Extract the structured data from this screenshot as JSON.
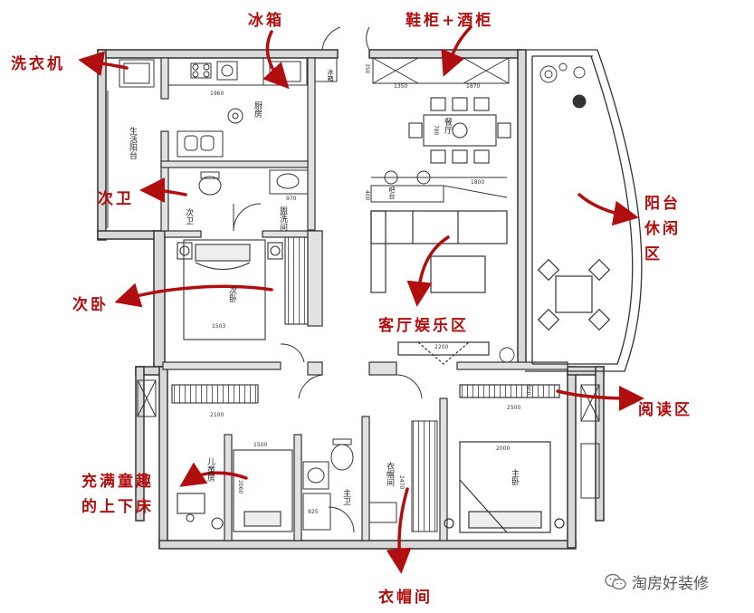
{
  "callouts": {
    "fridge": "冰箱",
    "shoe_wine_cabinet": "鞋柜+酒柜",
    "laundry": "洗衣机",
    "second_bath": "次卫",
    "balcony_leisure_line1": "阳台",
    "balcony_leisure_line2": "休闲",
    "balcony_leisure_line3": "区",
    "second_bedroom": "次卧",
    "living_entertainment": "客厅娱乐区",
    "reading_area": "阅读区",
    "kids_bed_line1": "充满童趣",
    "kids_bed_line2": "的上下床",
    "cloakroom": "衣帽间"
  },
  "room_labels": {
    "kitchen": "厨房",
    "service_balcony": "生活阳台",
    "bath2": "次卫",
    "wash_room": "盥洗间",
    "bedroom2": "次卧",
    "dining": "餐厅",
    "bar": "吧台",
    "kids_room": "儿童房",
    "master_bath": "主卫",
    "cloak": "衣帽间",
    "master_bed": "主卧",
    "fridge_tag": "冰箱"
  },
  "dimensions": {
    "d1960": "1960",
    "d1350": "1350",
    "d1870": "1870",
    "d350": "350",
    "d1800": "1800",
    "d400": "400",
    "d970": "970",
    "d2200": "2200",
    "d2100": "2100",
    "d2500": "2500",
    "d900": "900",
    "d1500": "1500",
    "d2000": "2000",
    "d2470": "2470",
    "d2060": "2060",
    "d925": "925",
    "d1503": "1503",
    "d780": "780"
  },
  "watermark": {
    "text": "淘房好装修",
    "icon": "wechat-icon"
  }
}
